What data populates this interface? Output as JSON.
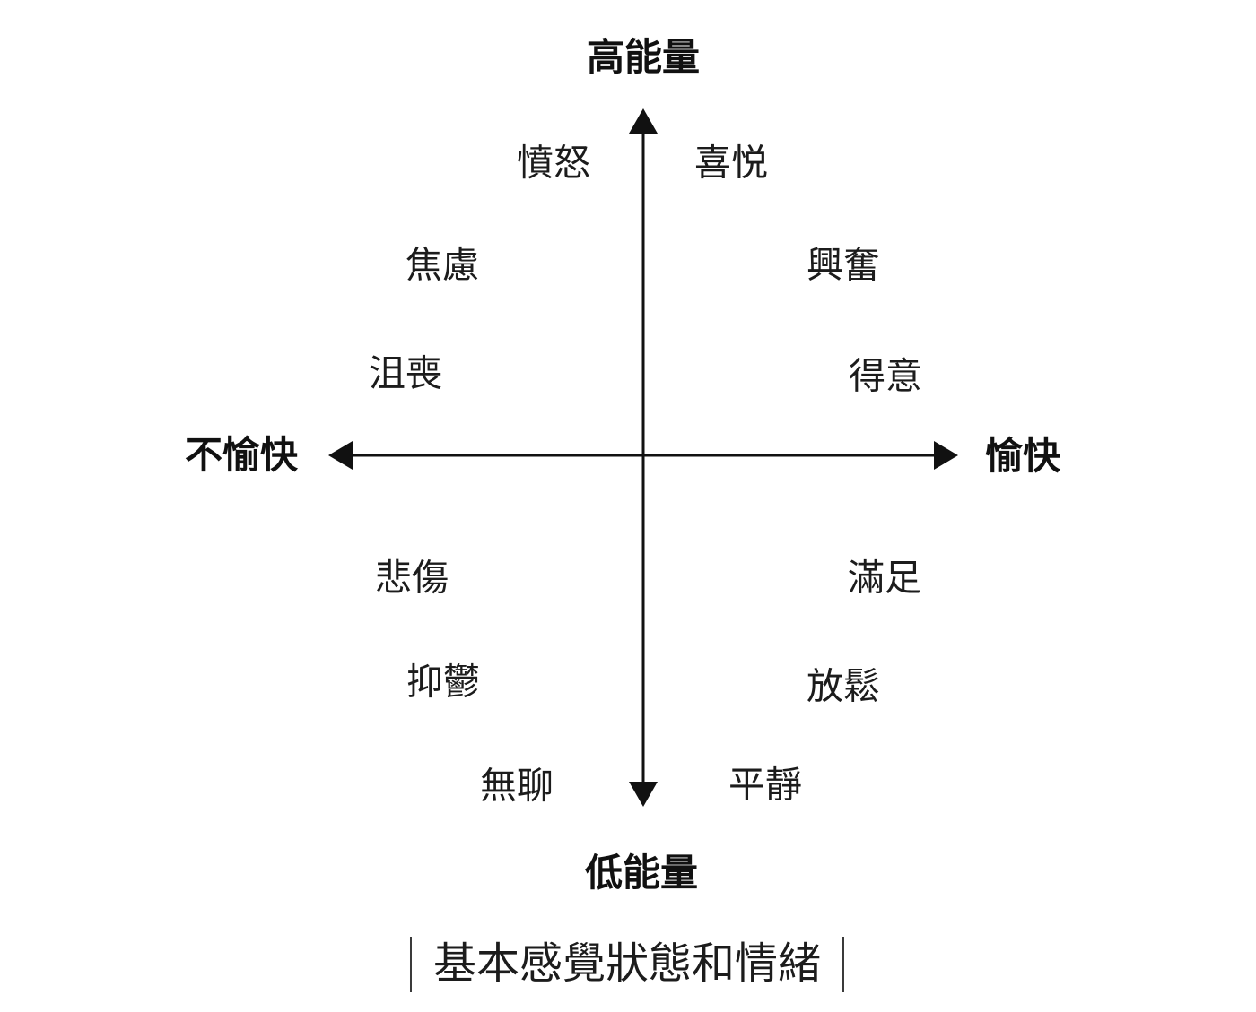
{
  "axes": {
    "top": "高能量",
    "bottom": "低能量",
    "left": "不愉快",
    "right": "愉快"
  },
  "quadrants": {
    "top_left": {
      "emotions": [
        "憤怒",
        "焦慮",
        "沮喪"
      ]
    },
    "top_right": {
      "emotions": [
        "喜悦",
        "興奮",
        "得意"
      ]
    },
    "bottom_left": {
      "emotions": [
        "悲傷",
        "抑鬱",
        "無聊"
      ]
    },
    "bottom_right": {
      "emotions": [
        "滿足",
        "放鬆",
        "平靜"
      ]
    }
  },
  "caption": {
    "text": "基本感覺狀態和情緒"
  },
  "colors": {
    "background": "#ffffff",
    "text": "#1c1c1c",
    "axis": "#111111"
  }
}
